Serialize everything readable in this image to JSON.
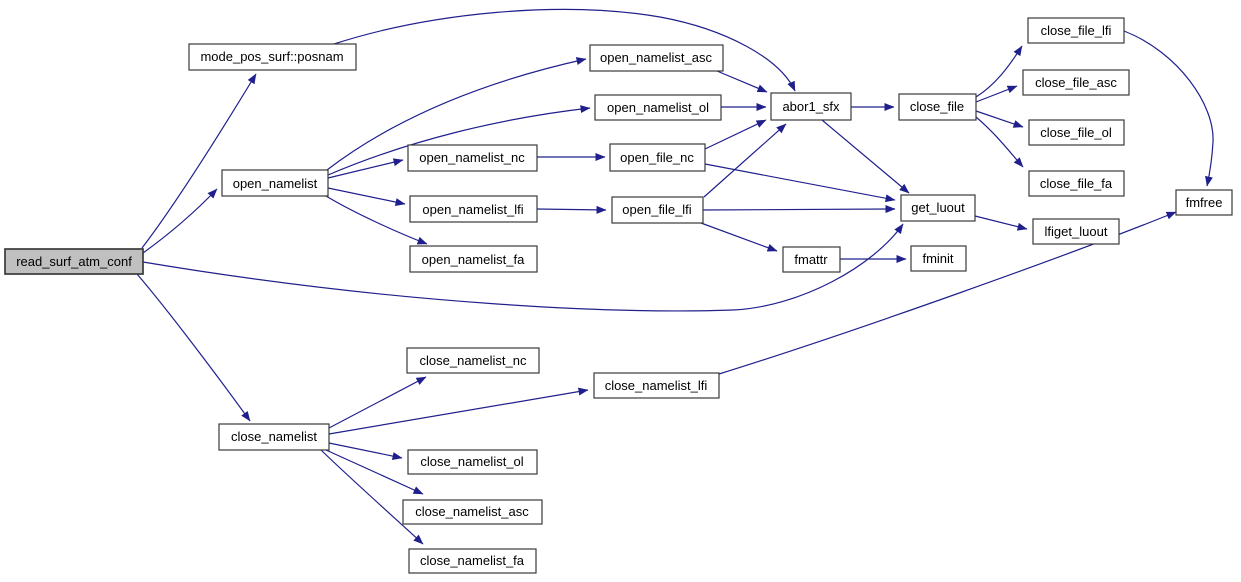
{
  "diagram": {
    "type": "call_graph",
    "root_node": "read_surf_atm_conf",
    "colors": {
      "edge": "#20208d",
      "node_border": "#3a3a3a",
      "node_fill": "#ffffff",
      "root_fill": "#c0c0c0",
      "text": "#000000",
      "background": "#ffffff"
    },
    "nodes": {
      "read_surf_atm_conf": {
        "label": "read_surf_atm_conf"
      },
      "posnam": {
        "label": "mode_pos_surf::posnam"
      },
      "open_namelist": {
        "label": "open_namelist"
      },
      "open_namelist_asc": {
        "label": "open_namelist_asc"
      },
      "open_namelist_ol": {
        "label": "open_namelist_ol"
      },
      "open_namelist_nc": {
        "label": "open_namelist_nc"
      },
      "open_file_nc": {
        "label": "open_file_nc"
      },
      "open_namelist_lfi": {
        "label": "open_namelist_lfi"
      },
      "open_file_lfi": {
        "label": "open_file_lfi"
      },
      "open_namelist_fa": {
        "label": "open_namelist_fa"
      },
      "abor1_sfx": {
        "label": "abor1_sfx"
      },
      "close_file": {
        "label": "close_file"
      },
      "close_file_lfi": {
        "label": "close_file_lfi"
      },
      "close_file_asc": {
        "label": "close_file_asc"
      },
      "close_file_ol": {
        "label": "close_file_ol"
      },
      "close_file_fa": {
        "label": "close_file_fa"
      },
      "fmfree": {
        "label": "fmfree"
      },
      "get_luout": {
        "label": "get_luout"
      },
      "lfiget_luout": {
        "label": "lfiget_luout"
      },
      "fmattr": {
        "label": "fmattr"
      },
      "fminit": {
        "label": "fminit"
      },
      "close_namelist": {
        "label": "close_namelist"
      },
      "close_namelist_nc": {
        "label": "close_namelist_nc"
      },
      "close_namelist_lfi": {
        "label": "close_namelist_lfi"
      },
      "close_namelist_ol": {
        "label": "close_namelist_ol"
      },
      "close_namelist_asc": {
        "label": "close_namelist_asc"
      },
      "close_namelist_fa": {
        "label": "close_namelist_fa"
      }
    },
    "edges": [
      {
        "from": "read_surf_atm_conf",
        "to": "posnam"
      },
      {
        "from": "read_surf_atm_conf",
        "to": "open_namelist"
      },
      {
        "from": "read_surf_atm_conf",
        "to": "get_luout"
      },
      {
        "from": "read_surf_atm_conf",
        "to": "close_namelist"
      },
      {
        "from": "posnam",
        "to": "abor1_sfx"
      },
      {
        "from": "open_namelist",
        "to": "open_namelist_asc"
      },
      {
        "from": "open_namelist",
        "to": "open_namelist_ol"
      },
      {
        "from": "open_namelist",
        "to": "open_namelist_nc"
      },
      {
        "from": "open_namelist",
        "to": "open_namelist_lfi"
      },
      {
        "from": "open_namelist",
        "to": "open_namelist_fa"
      },
      {
        "from": "open_namelist_asc",
        "to": "abor1_sfx"
      },
      {
        "from": "open_namelist_ol",
        "to": "abor1_sfx"
      },
      {
        "from": "open_namelist_nc",
        "to": "open_file_nc"
      },
      {
        "from": "open_namelist_lfi",
        "to": "open_file_lfi"
      },
      {
        "from": "open_file_nc",
        "to": "abor1_sfx"
      },
      {
        "from": "open_file_nc",
        "to": "get_luout"
      },
      {
        "from": "open_file_lfi",
        "to": "abor1_sfx"
      },
      {
        "from": "open_file_lfi",
        "to": "get_luout"
      },
      {
        "from": "open_file_lfi",
        "to": "fmattr"
      },
      {
        "from": "abor1_sfx",
        "to": "close_file"
      },
      {
        "from": "abor1_sfx",
        "to": "get_luout"
      },
      {
        "from": "close_file",
        "to": "close_file_lfi"
      },
      {
        "from": "close_file",
        "to": "close_file_asc"
      },
      {
        "from": "close_file",
        "to": "close_file_ol"
      },
      {
        "from": "close_file",
        "to": "close_file_fa"
      },
      {
        "from": "close_file_lfi",
        "to": "fmfree"
      },
      {
        "from": "get_luout",
        "to": "lfiget_luout"
      },
      {
        "from": "fmattr",
        "to": "fminit"
      },
      {
        "from": "close_namelist",
        "to": "close_namelist_nc"
      },
      {
        "from": "close_namelist",
        "to": "close_namelist_lfi"
      },
      {
        "from": "close_namelist",
        "to": "close_namelist_ol"
      },
      {
        "from": "close_namelist",
        "to": "close_namelist_asc"
      },
      {
        "from": "close_namelist",
        "to": "close_namelist_fa"
      },
      {
        "from": "close_namelist_lfi",
        "to": "fmfree"
      }
    ]
  }
}
